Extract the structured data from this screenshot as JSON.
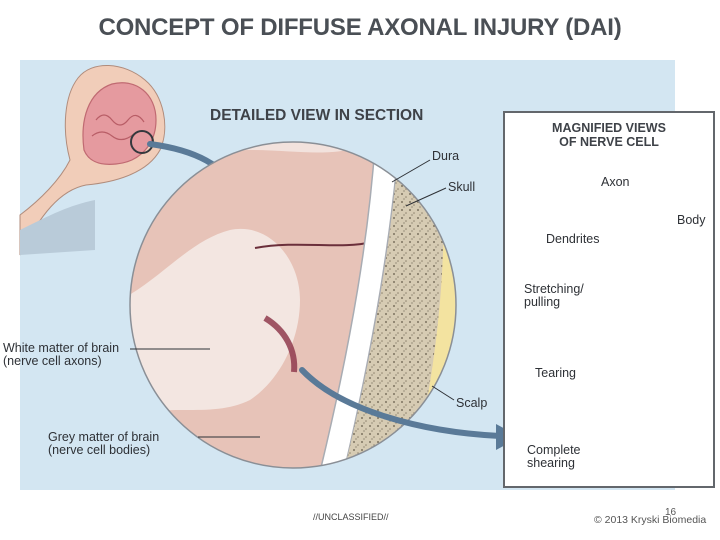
{
  "title": "CONCEPT OF DIFFUSE AXONAL INJURY (DAI)",
  "section_title": "DETAILED VIEW IN SECTION",
  "magnified": {
    "title_line1": "MAGNIFIED VIEWS",
    "title_line2": "OF NERVE CELL",
    "axon": "Axon",
    "body": "Body",
    "dendrites": "Dendrites",
    "stretching_line1": "Stretching/",
    "stretching_line2": "pulling",
    "tearing": "Tearing",
    "shearing_line1": "Complete",
    "shearing_line2": "shearing"
  },
  "section_labels": {
    "dura": "Dura",
    "skull": "Skull",
    "scalp": "Scalp",
    "white_line1": "White matter of brain",
    "white_line2": "(nerve cell axons)",
    "grey_line1": "Grey matter of brain",
    "grey_line2": "(nerve cell bodies)"
  },
  "footer": {
    "classification": "//UNCLASSIFIED//",
    "page": "16",
    "credit": "© 2013 Kryski Biomedia"
  },
  "colors": {
    "panel": "#d3e6f2",
    "grey_matter": "#e7c3b8",
    "white_matter": "#f3e6e1",
    "skull": "#cfc4ad",
    "scalp": "#f3e3a0",
    "arrow": "#5a7a98"
  }
}
